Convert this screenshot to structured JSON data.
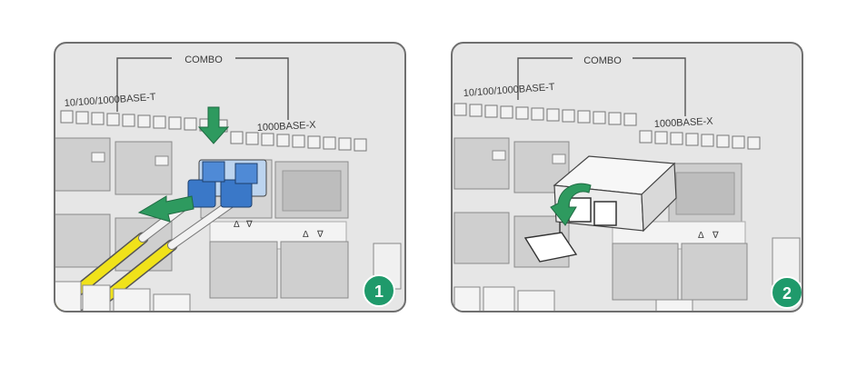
{
  "panels": [
    {
      "step": "1",
      "group_label": "COMBO",
      "copper_label": "10/100/1000BASE-T",
      "fiber_label": "1000BASE-X",
      "led_marks": [
        "Δ",
        "∇"
      ]
    },
    {
      "step": "2",
      "group_label": "COMBO",
      "copper_label": "10/100/1000BASE-T",
      "fiber_label": "1000BASE-X",
      "led_marks": [
        "Δ",
        "∇"
      ]
    }
  ],
  "colors": {
    "badge": "#1f9a6b",
    "arrow_green": "#2e9a5f",
    "arrow_blue": "#2d7bbd",
    "connector_blue": "#3a78c8",
    "fiber_yellow": "#f0e21a",
    "chassis": "#e6e6e6",
    "outline": "#6f6f6f"
  }
}
